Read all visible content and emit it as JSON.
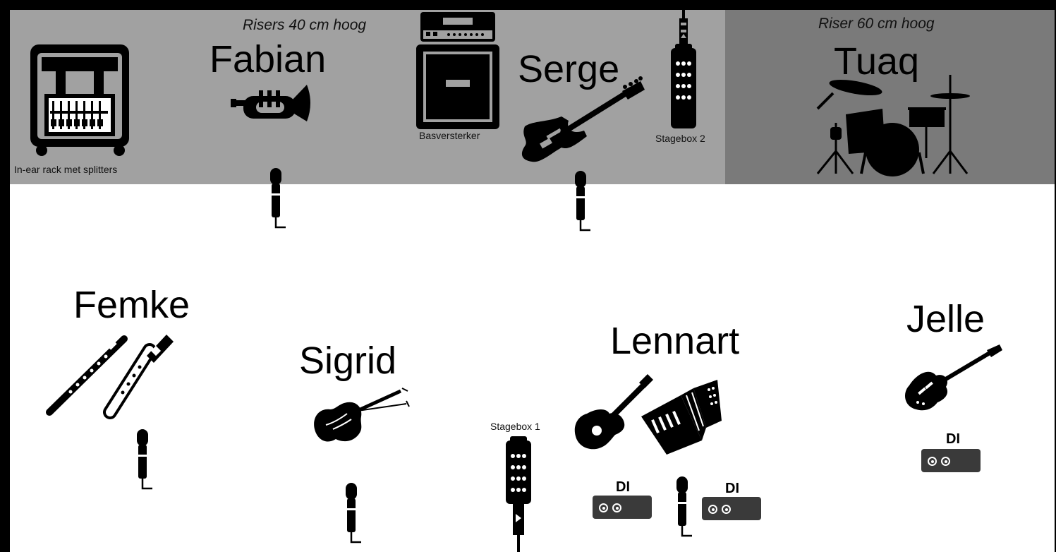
{
  "risers": {
    "low": {
      "title": "Risers 40 cm hoog",
      "color": "#a1a1a1"
    },
    "high": {
      "title": "Riser 60 cm hoog",
      "color": "#7a7a7a"
    }
  },
  "equipment": {
    "inear_rack": "In-ear rack met splitters",
    "bass_amp": "Basversterker",
    "stagebox2": "Stagebox 2",
    "stagebox1": "Stagebox 1"
  },
  "musicians": {
    "fabian": "Fabian",
    "serge": "Serge",
    "tuaq": "Tuaq",
    "femke": "Femke",
    "sigrid": "Sigrid",
    "lennart": "Lennart",
    "jelle": "Jelle"
  },
  "di_boxes": {
    "lennart_1": "DI",
    "lennart_2": "DI",
    "jelle": "DI"
  },
  "icons": [
    "road-case-icon",
    "trumpet-icon",
    "amplifier-icon",
    "bass-guitar-icon",
    "stagebox-icon",
    "drum-kit-icon",
    "flute-icon",
    "recorder-icon",
    "violin-icon",
    "acoustic-guitar-icon",
    "accordion-icon",
    "electric-guitar-icon",
    "microphone-icon",
    "di-box-icon"
  ]
}
